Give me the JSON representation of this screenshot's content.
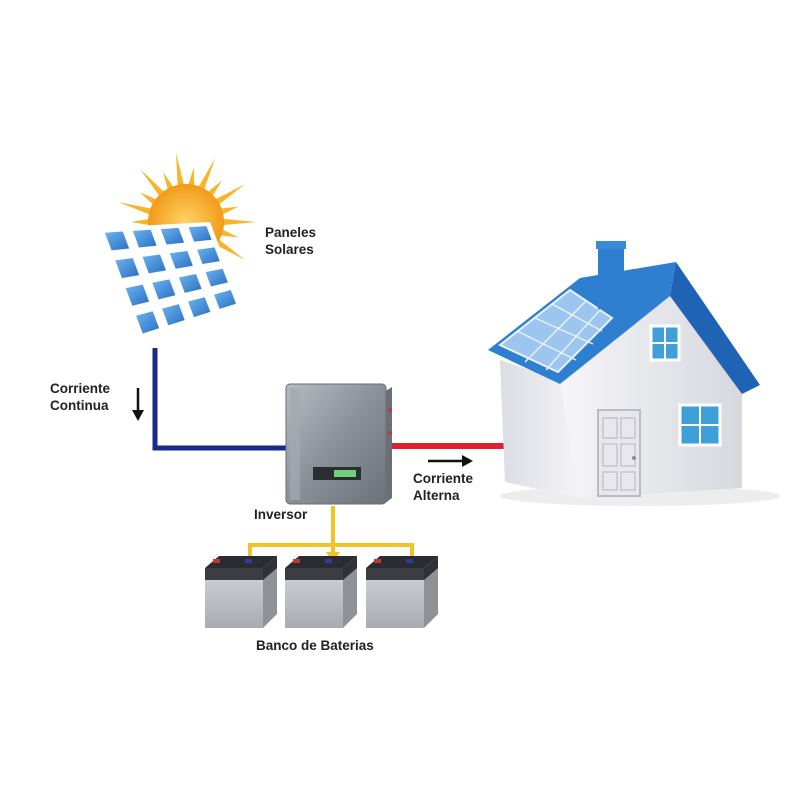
{
  "labels": {
    "paneles_line1": "Paneles",
    "paneles_line2": "Solares",
    "corriente_continua_line1": "Corriente",
    "corriente_continua_line2": "Continua",
    "corriente_alterna_line1": "Corriente",
    "corriente_alterna_line2": "Alterna",
    "inversor": "Inversor",
    "banco_baterias": "Banco de Baterias"
  },
  "colors": {
    "dc_wire": "#1a2a8c",
    "ac_wire": "#e0202e",
    "battery_wire": "#f2c229",
    "sun": "#f7b52a",
    "panel": "#3a8bd6",
    "roof": "#2f7fd0",
    "house_wall": "#ececf0",
    "inverter": "#8f959e"
  },
  "icons": [
    "sun-icon",
    "solar-panel-icon",
    "inverter-icon",
    "house-icon",
    "battery-icon",
    "arrow-down-icon",
    "arrow-right-icon"
  ]
}
